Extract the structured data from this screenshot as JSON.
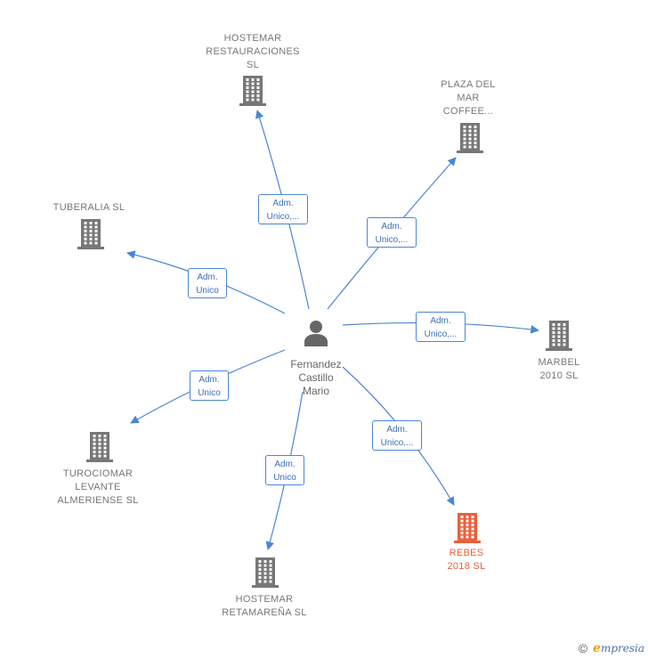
{
  "center": {
    "label": "Fernandez\nCastillo\nMario",
    "icon": "person-icon"
  },
  "nodes": [
    {
      "id": "hostemar-restauraciones",
      "label": "HOSTEMAR\nRESTAURACIONES\nSL",
      "icon": "building-icon"
    },
    {
      "id": "plaza-del-mar",
      "label": "PLAZA DEL\nMAR\nCOFFEE...",
      "icon": "building-icon"
    },
    {
      "id": "tuberalia",
      "label": "TUBERALIA  SL",
      "icon": "building-icon"
    },
    {
      "id": "marbel",
      "label": "MARBEL\n2010  SL",
      "icon": "building-icon"
    },
    {
      "id": "turociomar",
      "label": "TUROCIOMAR\nLEVANTE\nALMERIENSE SL",
      "icon": "building-icon"
    },
    {
      "id": "rebes",
      "label": "REBES\n2018  SL",
      "icon": "building-icon",
      "highlight": true
    },
    {
      "id": "hostemar-retamarena",
      "label": "HOSTEMAR\nRETAMAREÑA SL",
      "icon": "building-icon"
    }
  ],
  "edges": [
    {
      "to": "hostemar-restauraciones",
      "label": "Adm.\nUnico,..."
    },
    {
      "to": "plaza-del-mar",
      "label": "Adm.\nUnico,..."
    },
    {
      "to": "tuberalia",
      "label": "Adm.\nUnico"
    },
    {
      "to": "marbel",
      "label": "Adm.\nUnico,..."
    },
    {
      "to": "turociomar",
      "label": "Adm.\nUnico"
    },
    {
      "to": "rebes",
      "label": "Adm.\nUnico,..."
    },
    {
      "to": "hostemar-retamarena",
      "label": "Adm.\nUnico"
    }
  ],
  "colors": {
    "edge": "#4a86d4",
    "building": "#777777",
    "building_highlight": "#e8603a",
    "person": "#666666"
  },
  "footer": {
    "copyright_symbol": "©",
    "brand_initial": "e",
    "brand_rest": "mpresia"
  }
}
